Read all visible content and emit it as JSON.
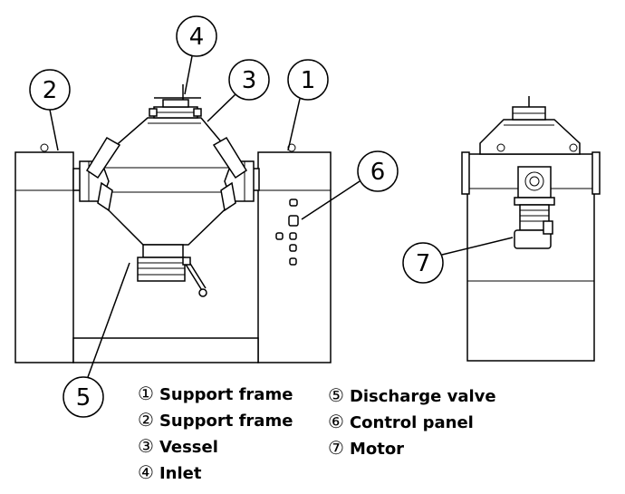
{
  "callouts": [
    {
      "id": "1",
      "label": "1"
    },
    {
      "id": "2",
      "label": "2"
    },
    {
      "id": "3",
      "label": "3"
    },
    {
      "id": "4",
      "label": "4"
    },
    {
      "id": "5",
      "label": "5"
    },
    {
      "id": "6",
      "label": "6"
    },
    {
      "id": "7",
      "label": "7"
    }
  ],
  "legend": {
    "left": [
      {
        "marker": "①",
        "text": "Support frame"
      },
      {
        "marker": "②",
        "text": "Support frame"
      },
      {
        "marker": "③",
        "text": "Vessel"
      },
      {
        "marker": "④",
        "text": "Inlet"
      }
    ],
    "right": [
      {
        "marker": "⑤",
        "text": "Discharge valve"
      },
      {
        "marker": "⑥",
        "text": "Control panel"
      },
      {
        "marker": "⑦",
        "text": "Motor"
      }
    ]
  }
}
